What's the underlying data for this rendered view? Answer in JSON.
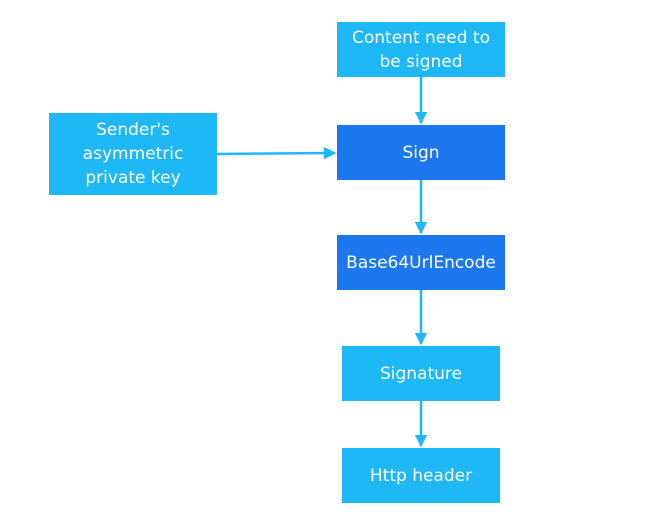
{
  "diagram": {
    "nodes": {
      "content": {
        "label": "Content need to be signed"
      },
      "sender": {
        "label": "Sender's asymmetric private key"
      },
      "sign": {
        "label": "Sign"
      },
      "encode": {
        "label": "Base64UrlEncode"
      },
      "signature": {
        "label": "Signature"
      },
      "http": {
        "label": "Http header"
      }
    },
    "edges": [
      {
        "from": "content",
        "to": "sign"
      },
      {
        "from": "sender",
        "to": "sign"
      },
      {
        "from": "sign",
        "to": "encode"
      },
      {
        "from": "encode",
        "to": "signature"
      },
      {
        "from": "signature",
        "to": "http"
      }
    ],
    "colors": {
      "box_light": "#1fb8f6",
      "box_dark": "#1d78f0",
      "arrow": "#1fb8f6",
      "text": "#ffffff"
    }
  }
}
